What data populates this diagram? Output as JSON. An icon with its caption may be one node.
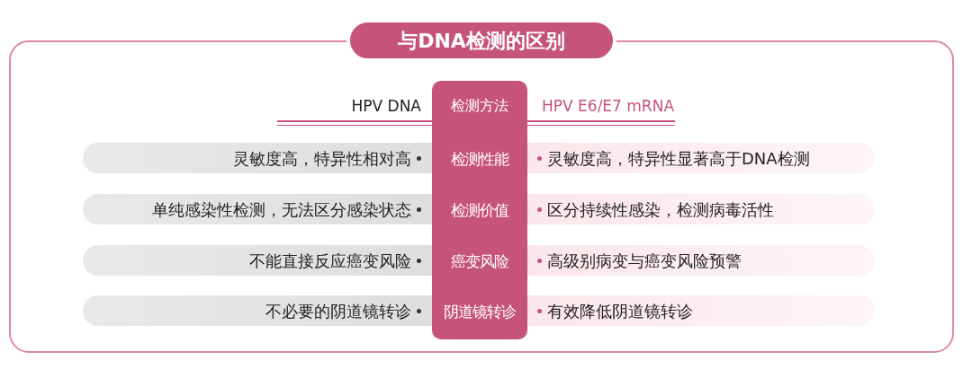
{
  "diagram": {
    "title": "与DNA检测的区别",
    "nodes": [
      {
        "text": [
          "检测方法",
          "检测性能",
          "检测价值",
          "癌变风险",
          "阴道镜转诊"
        ]
      },
      {
        "text": [
          "灵敏度高，特异性相对高"
        ]
      },
      {
        "text": [
          "单纯感染性检测，无法区分感染状态"
        ]
      },
      {
        "text": [
          "不能直接反应癌变风险"
        ]
      },
      {
        "text": [
          "不必要的阴道镜转诊"
        ]
      },
      {
        "text": [
          "灵敏度高，特异性显著高于DNA检测"
        ]
      },
      {
        "text": [
          "区分持续性感染，检测病毒活性"
        ]
      },
      {
        "text": [
          "高级别病变与癌变风险预警"
        ]
      },
      {
        "text": [
          "有效降低阴道镜转诊"
        ]
      }
    ],
    "labels": [
      "HPV DNA",
      "HPV E6/E7 mRNA"
    ]
  }
}
